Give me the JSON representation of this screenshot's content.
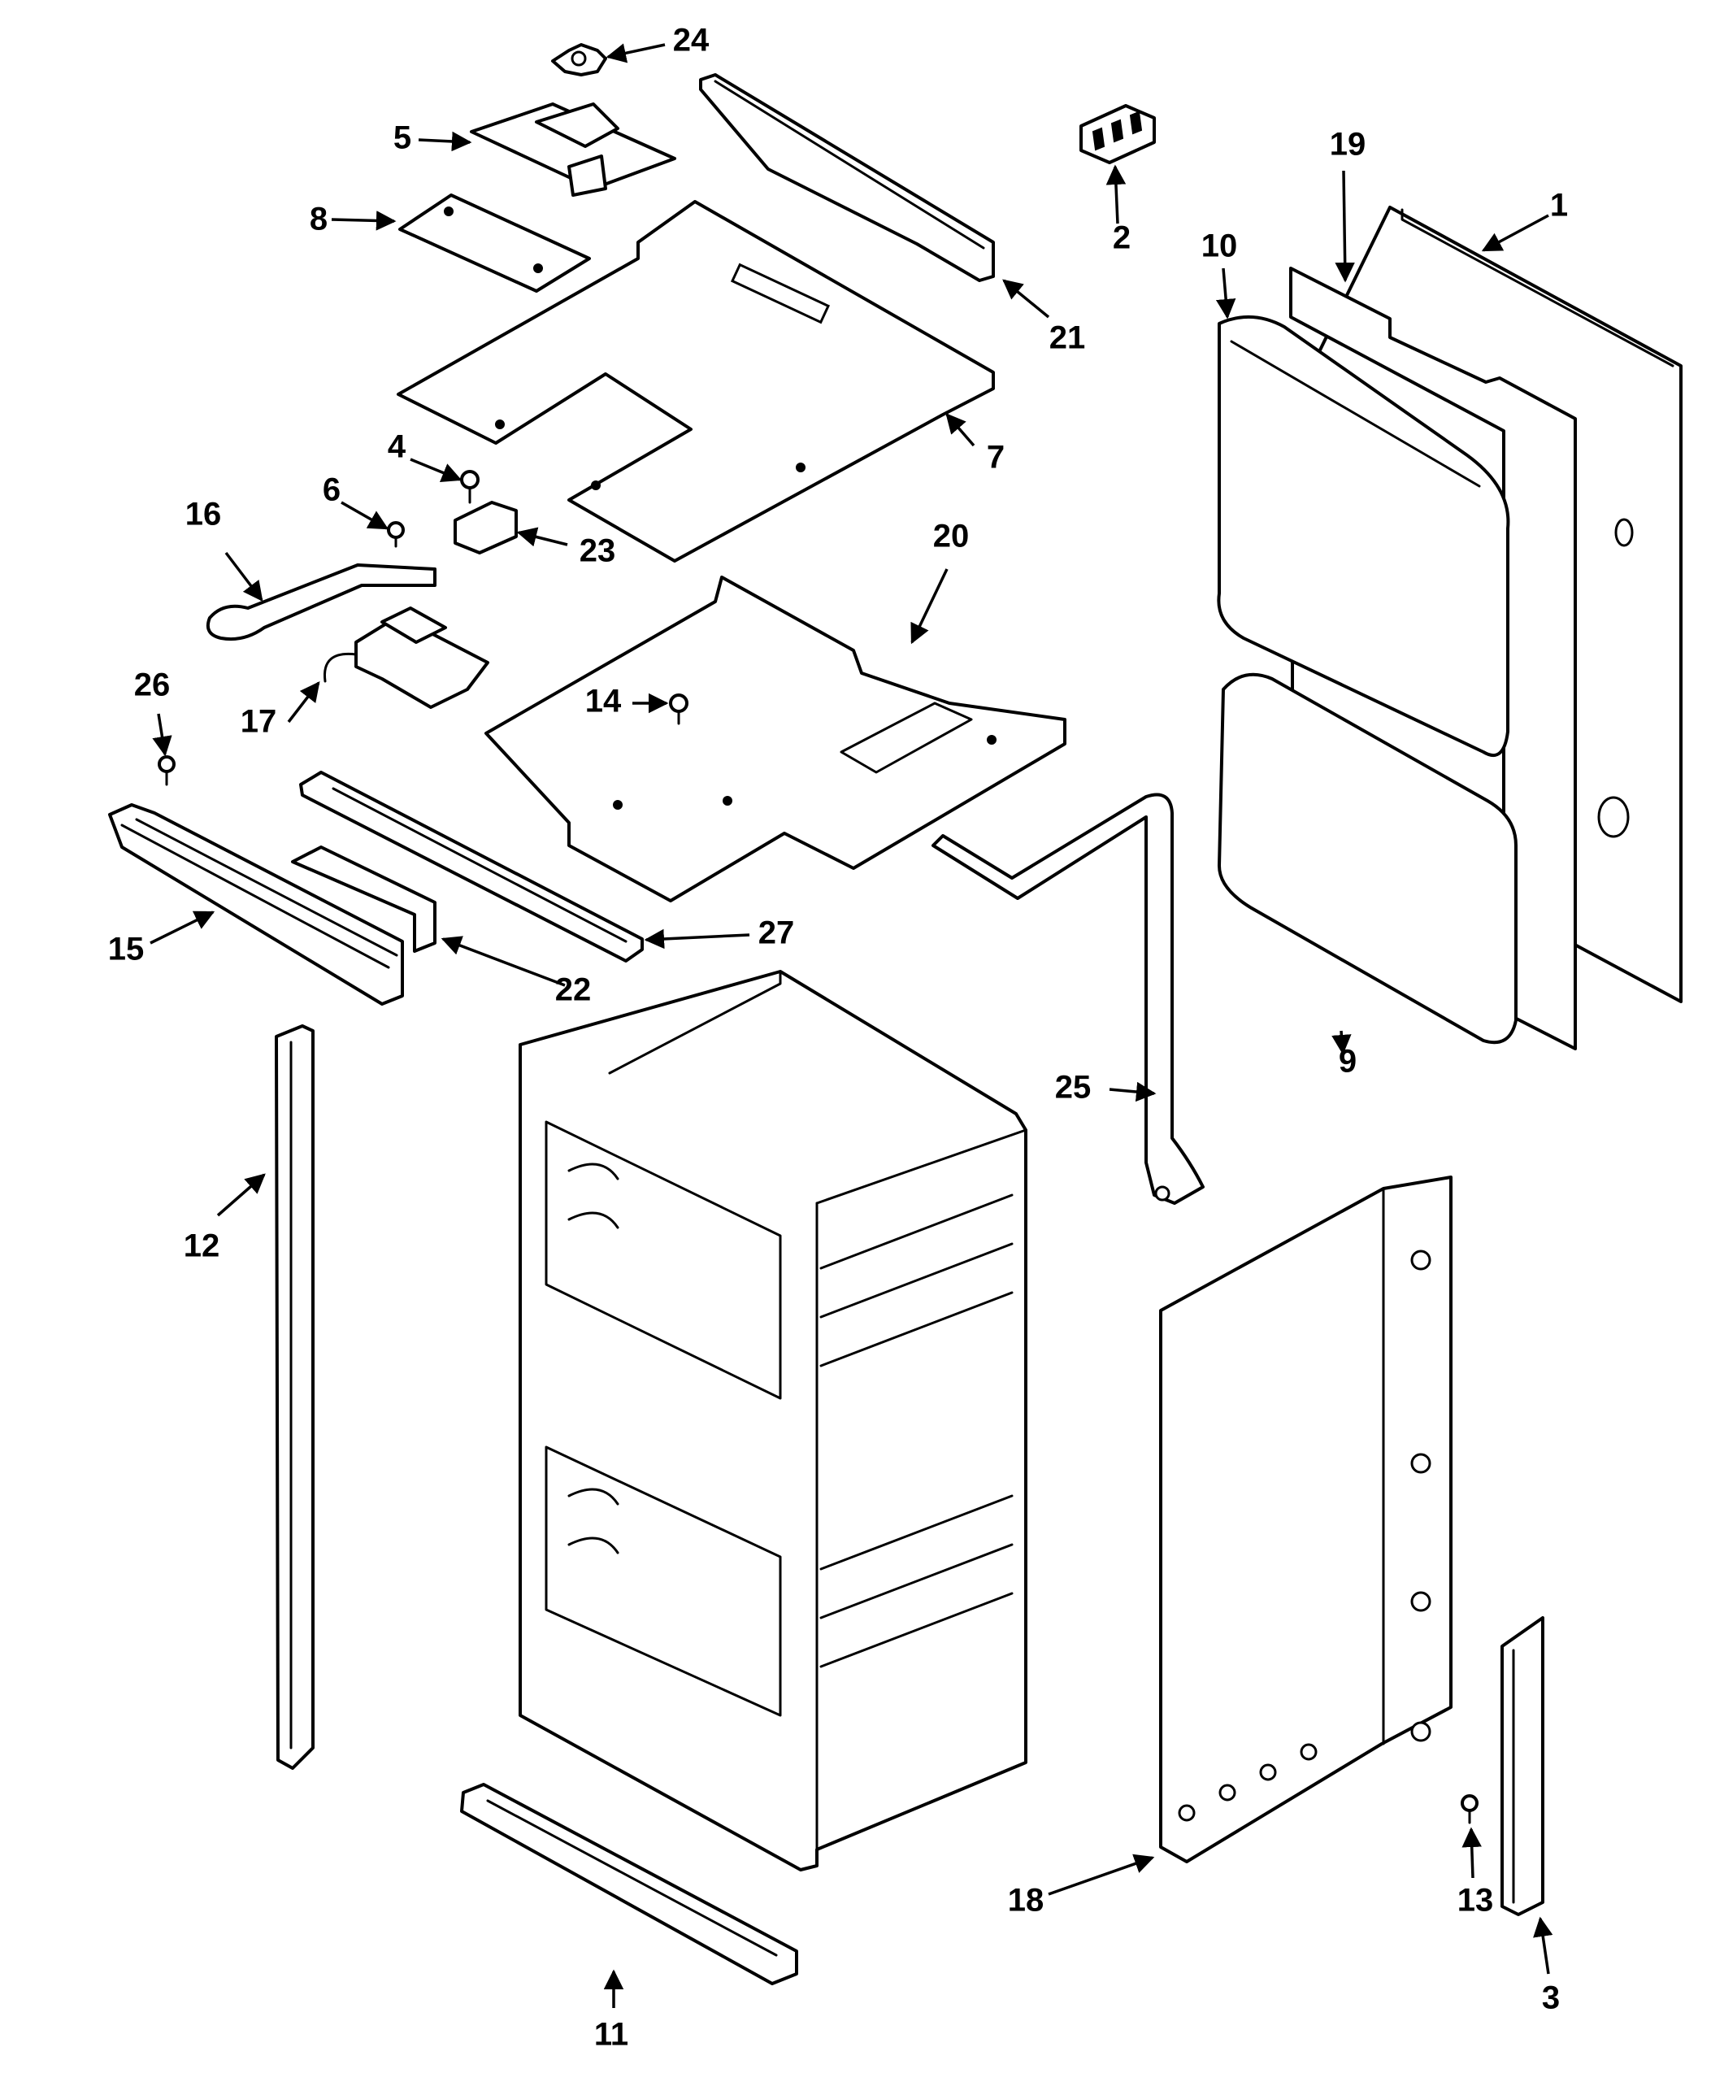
{
  "callouts": [
    {
      "id": "1",
      "label": "1"
    },
    {
      "id": "2",
      "label": "2"
    },
    {
      "id": "3",
      "label": "3"
    },
    {
      "id": "4",
      "label": "4"
    },
    {
      "id": "5",
      "label": "5"
    },
    {
      "id": "6",
      "label": "6"
    },
    {
      "id": "7",
      "label": "7"
    },
    {
      "id": "8",
      "label": "8"
    },
    {
      "id": "9",
      "label": "9"
    },
    {
      "id": "10",
      "label": "10"
    },
    {
      "id": "11",
      "label": "11"
    },
    {
      "id": "12",
      "label": "12"
    },
    {
      "id": "13",
      "label": "13"
    },
    {
      "id": "14",
      "label": "14"
    },
    {
      "id": "15",
      "label": "15"
    },
    {
      "id": "16",
      "label": "16"
    },
    {
      "id": "17",
      "label": "17"
    },
    {
      "id": "18",
      "label": "18"
    },
    {
      "id": "19",
      "label": "19"
    },
    {
      "id": "20",
      "label": "20"
    },
    {
      "id": "21",
      "label": "21"
    },
    {
      "id": "22",
      "label": "22"
    },
    {
      "id": "23",
      "label": "23"
    },
    {
      "id": "24",
      "label": "24"
    },
    {
      "id": "25",
      "label": "25"
    },
    {
      "id": "26",
      "label": "26"
    },
    {
      "id": "27",
      "label": "27"
    }
  ],
  "colors": {
    "line": "#000000",
    "background": "#ffffff"
  }
}
